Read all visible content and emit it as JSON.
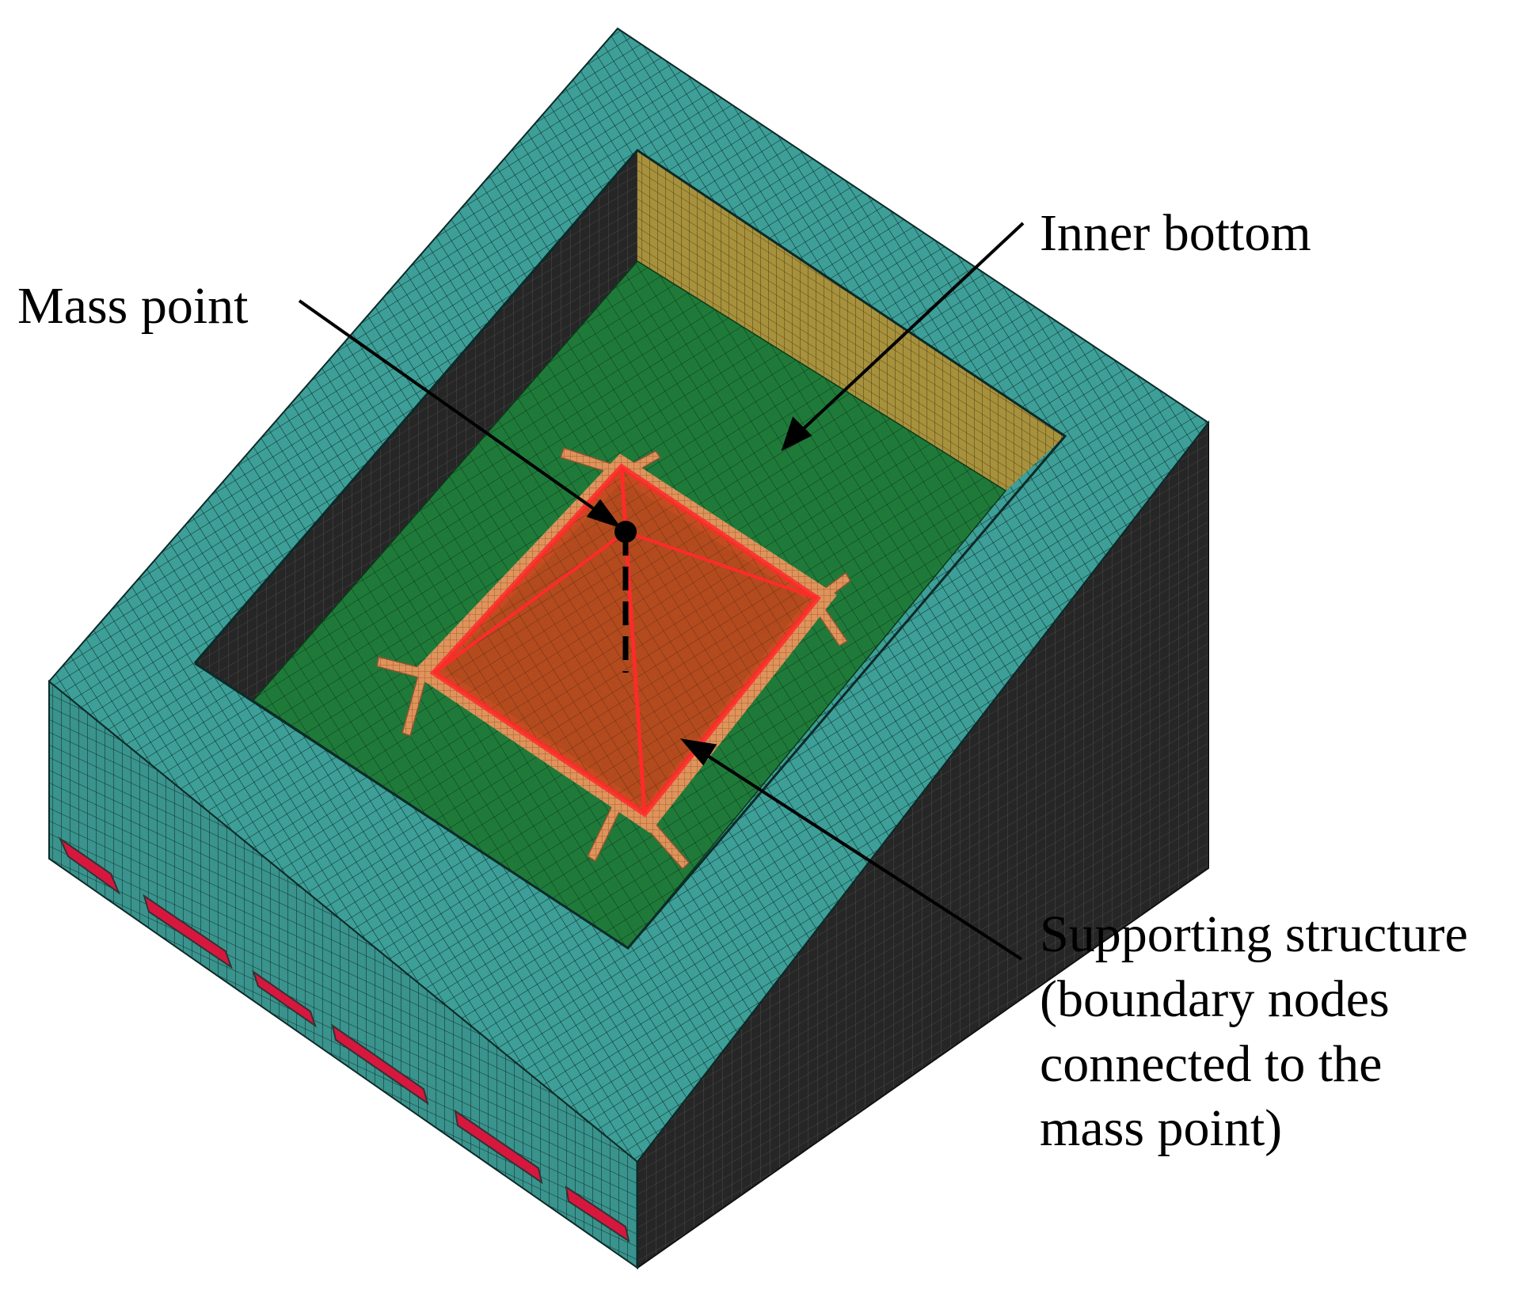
{
  "labels": {
    "mass_point": "Mass point",
    "inner_bottom": "Inner bottom",
    "supporting_structure": [
      "Supporting structure",
      "(boundary nodes",
      "connected to the",
      "mass point)"
    ]
  },
  "colors": {
    "hull_top": "#3d9f98",
    "hull_side": "#3a938d",
    "hull_dark_side": "#262626",
    "inner_bottom": "#1f7a3a",
    "bulkhead": "#a8913c",
    "support_plate": "#c0471c",
    "support_frame": "#e0935a",
    "rigid_links": "#ff2a2a",
    "openings": "#d8173f",
    "mesh_line": "#0c2a28"
  }
}
